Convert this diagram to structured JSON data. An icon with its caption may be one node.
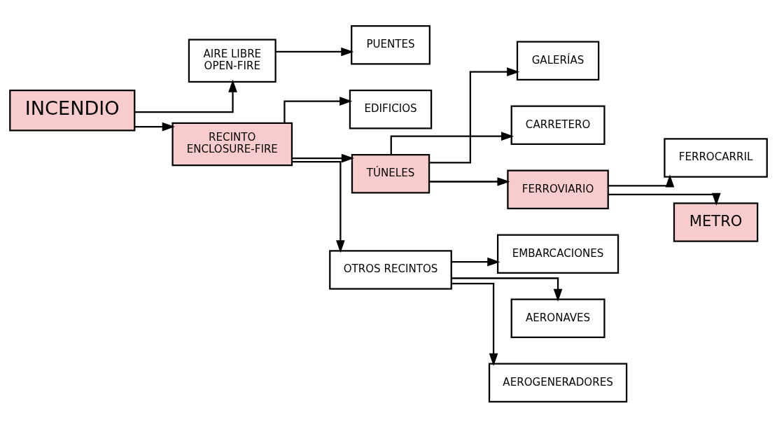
{
  "diagram": {
    "nodes": [
      {
        "text": [
          "INCENDIO"
        ]
      },
      {
        "text": [
          "AIRE LIBRE",
          "OPEN-FIRE"
        ]
      },
      {
        "text": [
          "PUENTES"
        ]
      },
      {
        "text": [
          "RECINTO",
          "ENCLOSURE-FIRE"
        ]
      },
      {
        "text": [
          "EDIFICIOS"
        ]
      },
      {
        "text": [
          "TÚNELES"
        ]
      },
      {
        "text": [
          "OTROS RECINTOS"
        ]
      },
      {
        "text": [
          "GALERÍAS"
        ]
      },
      {
        "text": [
          "CARRETERO"
        ]
      },
      {
        "text": [
          "FERROVIARIO"
        ]
      },
      {
        "text": [
          "FERROCARRIL"
        ]
      },
      {
        "text": [
          "METRO"
        ]
      },
      {
        "text": [
          "EMBARCACIONES"
        ]
      },
      {
        "text": [
          "AERONAVES"
        ]
      },
      {
        "text": [
          "AEROGENERADORES"
        ]
      }
    ],
    "edges": [
      {
        "from": 0,
        "to": 1,
        "arrow": "to"
      },
      {
        "from": 0,
        "to": 3,
        "arrow": "to"
      },
      {
        "from": 1,
        "to": 2,
        "arrow": "to"
      },
      {
        "from": 3,
        "to": 4,
        "arrow": "to"
      },
      {
        "from": 3,
        "to": 5,
        "arrow": "to"
      },
      {
        "from": 3,
        "to": 6,
        "arrow": "to"
      },
      {
        "from": 5,
        "to": 7,
        "arrow": "to"
      },
      {
        "from": 5,
        "to": 8,
        "arrow": "to"
      },
      {
        "from": 5,
        "to": 9,
        "arrow": "to"
      },
      {
        "from": 9,
        "to": 10,
        "arrow": "to"
      },
      {
        "from": 9,
        "to": 11,
        "arrow": "to"
      },
      {
        "from": 6,
        "to": 12,
        "arrow": "to"
      },
      {
        "from": 6,
        "to": 13,
        "arrow": "to"
      },
      {
        "from": 6,
        "to": 14,
        "arrow": "to"
      }
    ]
  }
}
